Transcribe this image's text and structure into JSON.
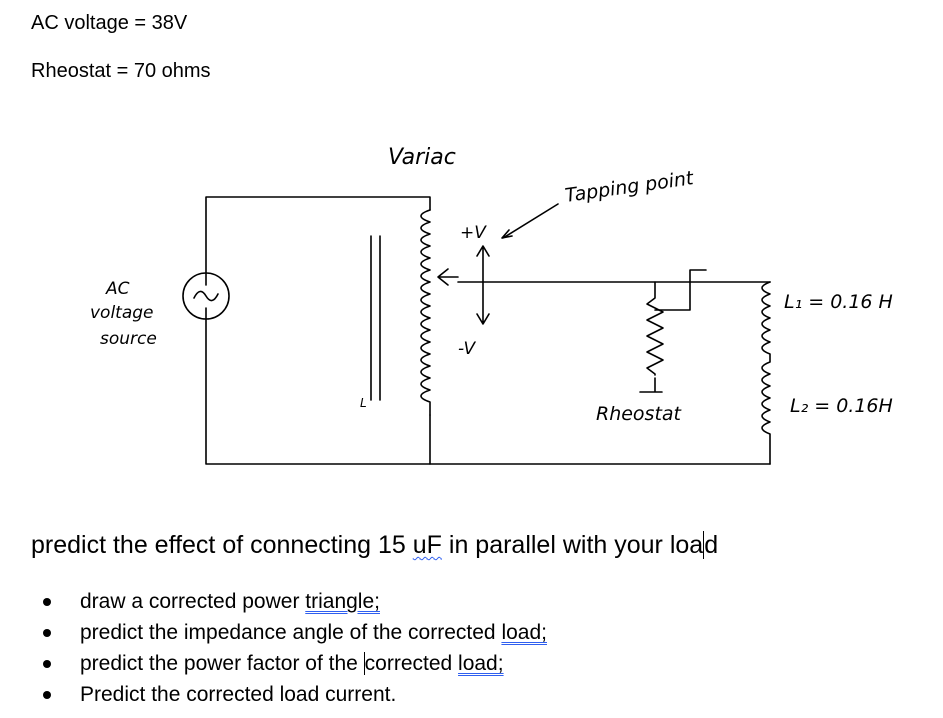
{
  "given": {
    "ac_voltage": "AC voltage = 38V",
    "rheostat": "Rheostat = 70 ohms"
  },
  "diagram": {
    "variac_label": "Variac",
    "tapping_label": "Tapping point",
    "plus_v": "+V",
    "minus_v": "-V",
    "source_label": [
      "AC",
      "voltage",
      "source"
    ],
    "rheostat_label": "Rheostat",
    "l1_label": "L₁ = 0.16 H",
    "l2_label": "L₂ = 0.16H",
    "l_marker": "L"
  },
  "question": {
    "before": "predict the effect of connecting 15 ",
    "unit": "uF",
    "middle": " in parallel with your loa",
    "end": "d"
  },
  "tasks": [
    {
      "text": "draw a corrected power ",
      "under": "triangle;"
    },
    {
      "text": "predict the impedance angle of the corrected ",
      "under": "load;"
    },
    {
      "text": "predict the power factor of the ",
      "caret": "corrected ",
      "under": "load;"
    },
    {
      "text": "Predict the corrected load current.",
      "under": ""
    }
  ]
}
